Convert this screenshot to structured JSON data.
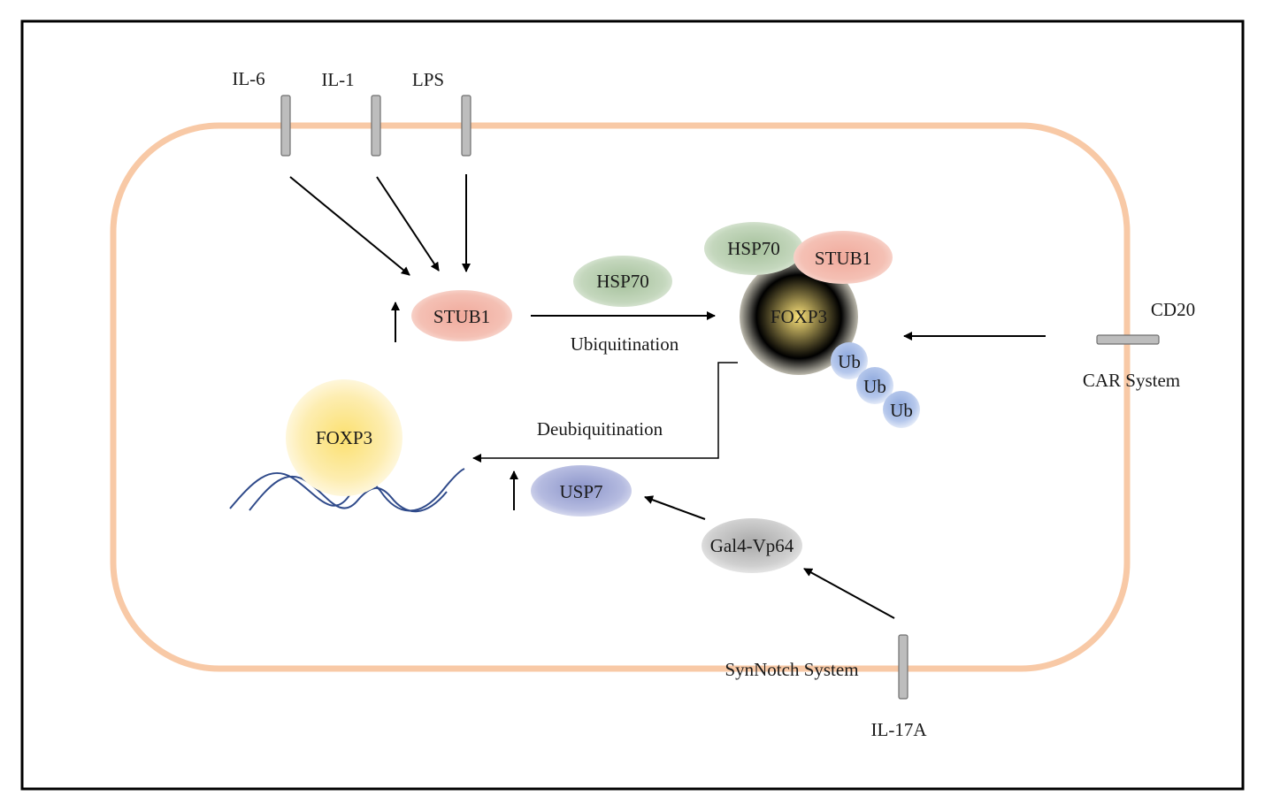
{
  "receptors": {
    "il6": "IL-6",
    "il1": "IL-1",
    "lps": "LPS",
    "cd20": "CD20",
    "il17a": "IL-17A"
  },
  "systems": {
    "car": "CAR System",
    "synnotch": "SynNotch System"
  },
  "processes": {
    "ubiquitination": "Ubiquitination",
    "deubiquitination": "Deubiquitination"
  },
  "nodes": {
    "stub1_left": "STUB1",
    "hsp70_mid": "HSP70",
    "hsp70_complex": "HSP70",
    "stub1_complex": "STUB1",
    "foxp3_complex": "FOXP3",
    "ub1": "Ub",
    "ub2": "Ub",
    "ub3": "Ub",
    "foxp3_dna": "FOXP3",
    "usp7": "USP7",
    "gal4": "Gal4-Vp64"
  },
  "colors": {
    "membrane": "#f8c9a6",
    "receptor": "#bfbfbf",
    "stub1": "#ee9a8c",
    "hsp70": "#a9c3a0",
    "foxp3": "#fbe79a",
    "ub": "#9fb7e3",
    "usp7": "#8f99cc",
    "gal4": "#c4c4c4",
    "dna": "#2f4a8a"
  }
}
